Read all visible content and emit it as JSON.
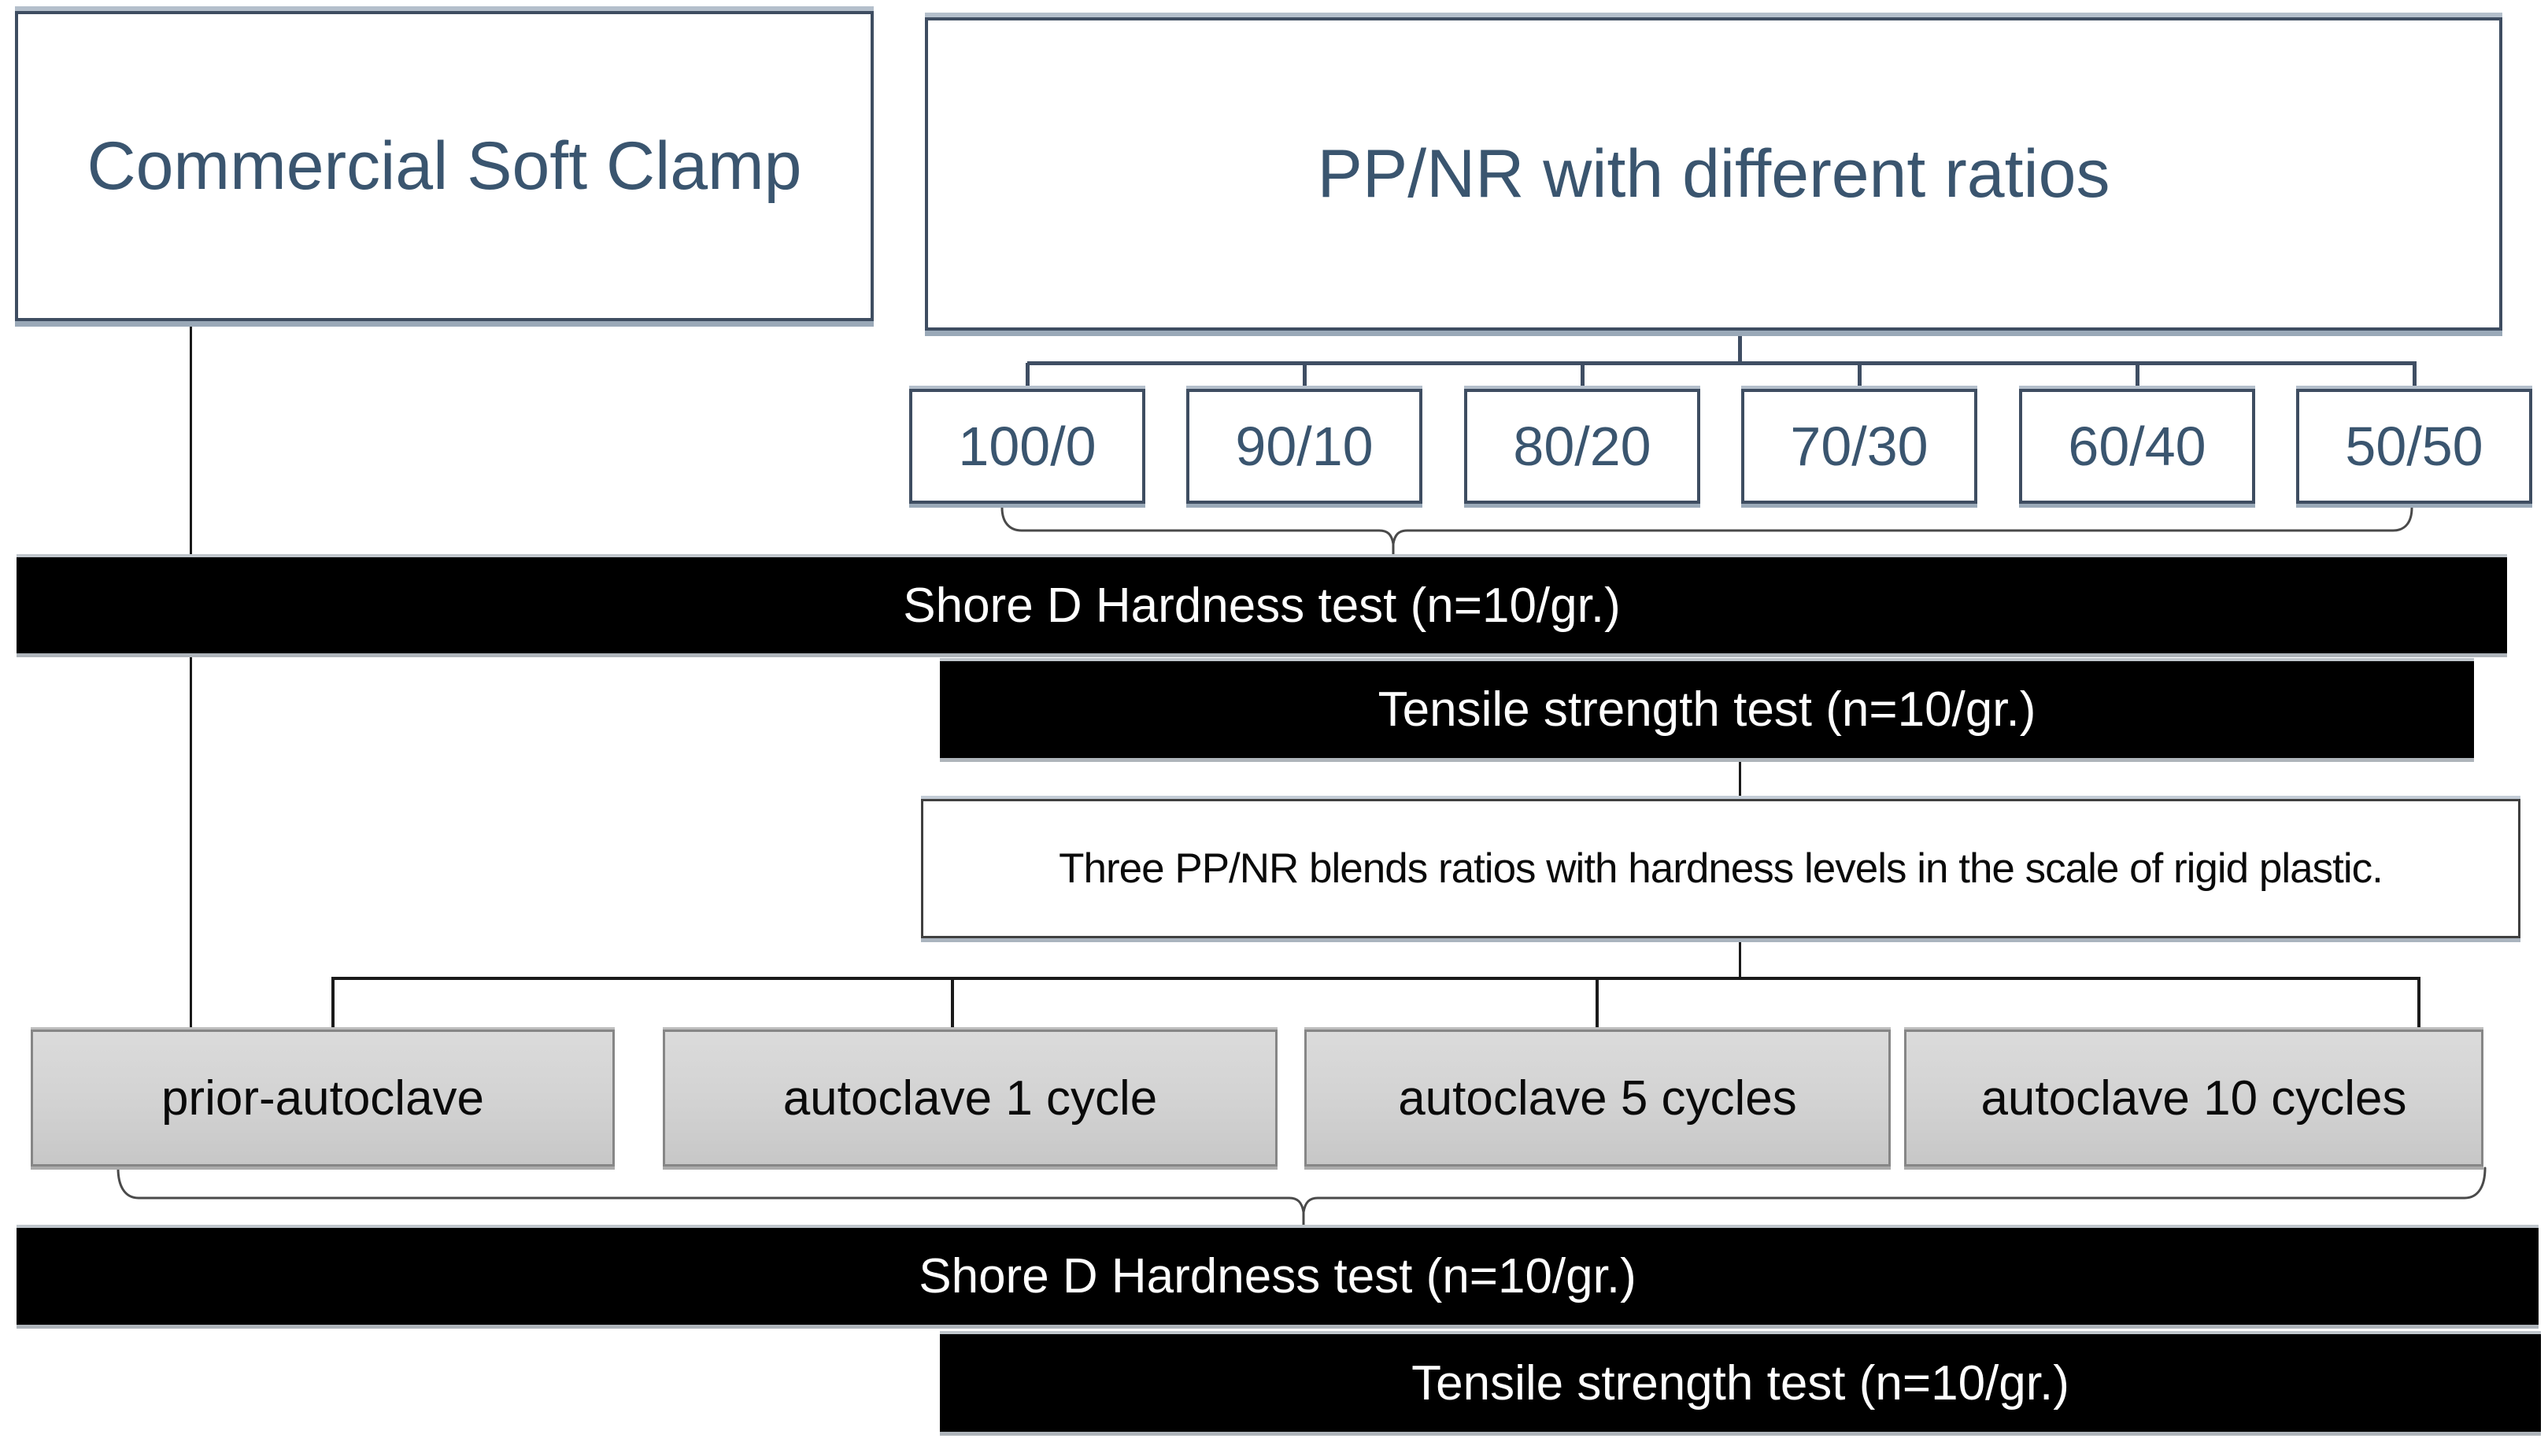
{
  "diagram": {
    "title_boxes": {
      "left": "Commercial Soft Clamp",
      "right": "PP/NR with different ratios"
    },
    "ratios": [
      "100/0",
      "90/10",
      "80/20",
      "70/30",
      "60/40",
      "50/50"
    ],
    "tests": {
      "shore": "Shore D Hardness test (n=10/gr.)",
      "tensile": "Tensile strength test (n=10/gr.)"
    },
    "note": "Three PP/NR blends ratios with hardness levels in the scale of rigid plastic.",
    "autoclave_groups": [
      "prior-autoclave",
      "autoclave 1 cycle",
      "autoclave 5 cycles",
      "autoclave 10 cycles"
    ],
    "colors": {
      "slate_border": "#3e4d61",
      "slate_text": "#3a556f",
      "bar_background": "#000000",
      "bar_text": "#ffffff",
      "group_fill": "#d2d2d2",
      "group_border": "#868686",
      "line_black": "#1a1a1a",
      "brace_gray": "#4a4a4a"
    }
  }
}
